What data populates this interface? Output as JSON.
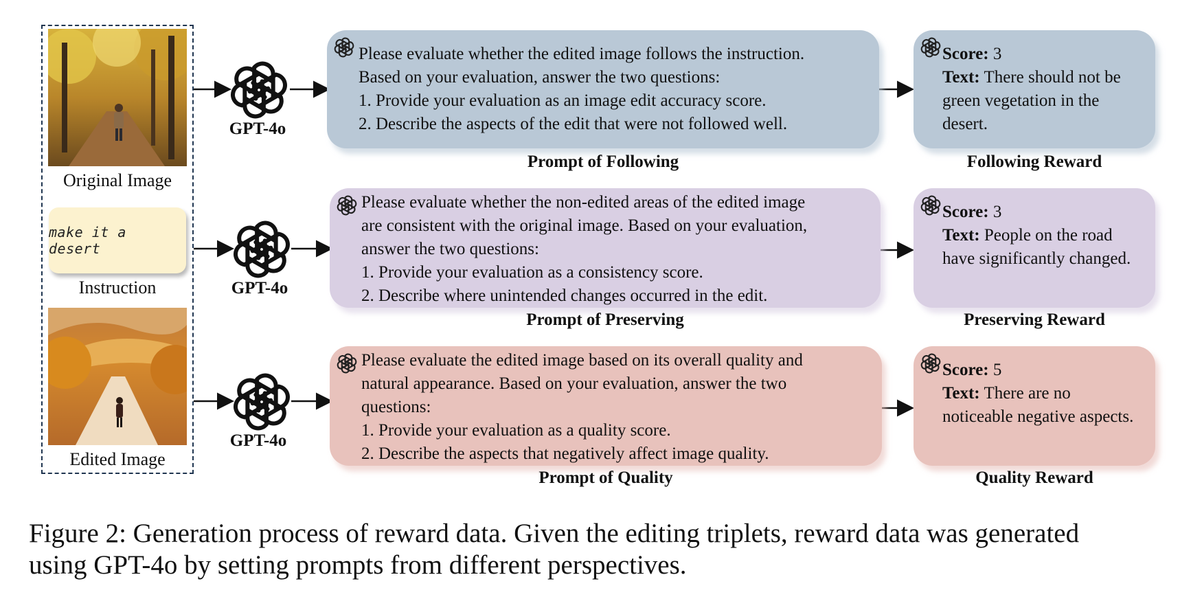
{
  "inputs": {
    "original_label": "Original Image",
    "instruction_text": "make it a desert",
    "instruction_label": "Instruction",
    "edited_label": "Edited Image"
  },
  "gpt": {
    "label_1": "GPT-4o",
    "label_2": "GPT-4o",
    "label_3": "GPT-4o",
    "icon": "openai-logo-icon"
  },
  "prompts": [
    {
      "lines": [
        "Please evaluate whether the edited image follows the instruction.",
        "Based on your evaluation, answer the two questions:",
        "1. Provide your evaluation as an image edit accuracy score.",
        "2. Describe the aspects of the edit that were not followed well."
      ],
      "caption": "Prompt of Following"
    },
    {
      "lines": [
        "Please evaluate whether the non-edited areas of the edited image",
        "are consistent with the original image. Based on your evaluation,",
        "answer the two questions:",
        "1. Provide your evaluation as a consistency score.",
        "2. Describe where unintended changes occurred in the edit."
      ],
      "caption": "Prompt of Preserving"
    },
    {
      "lines": [
        "Please evaluate the edited image based on its overall quality and",
        "natural appearance. Based on your evaluation, answer the two",
        "questions:",
        "1. Provide your evaluation as a quality score.",
        "2. Describe the aspects that negatively affect image quality."
      ],
      "caption": "Prompt of Quality"
    }
  ],
  "rewards": [
    {
      "score_label": "Score:",
      "score_value": " 3",
      "text_label": "Text:",
      "text_lines": [
        " There should not be",
        "green vegetation in the",
        "desert."
      ],
      "caption": "Following Reward"
    },
    {
      "score_label": "Score:",
      "score_value": " 3",
      "text_label": "Text:",
      "text_lines": [
        " People on the road",
        "have significantly changed."
      ],
      "caption": "Preserving Reward"
    },
    {
      "score_label": "Score:",
      "score_value": " 5",
      "text_label": "Text:",
      "text_lines": [
        " There are no",
        "noticeable negative aspects."
      ],
      "caption": "Quality Reward"
    }
  ],
  "colors": {
    "following": "#b9c8d6",
    "preserving": "#d9cfe3",
    "quality": "#e8c2bc",
    "dashed_border": "#1f3550"
  },
  "figure_caption": {
    "line_1": "Figure 2: Generation process of reward data. Given the editing triplets, reward data was generated",
    "line_2": "using GPT-4o by setting prompts from different perspectives."
  }
}
